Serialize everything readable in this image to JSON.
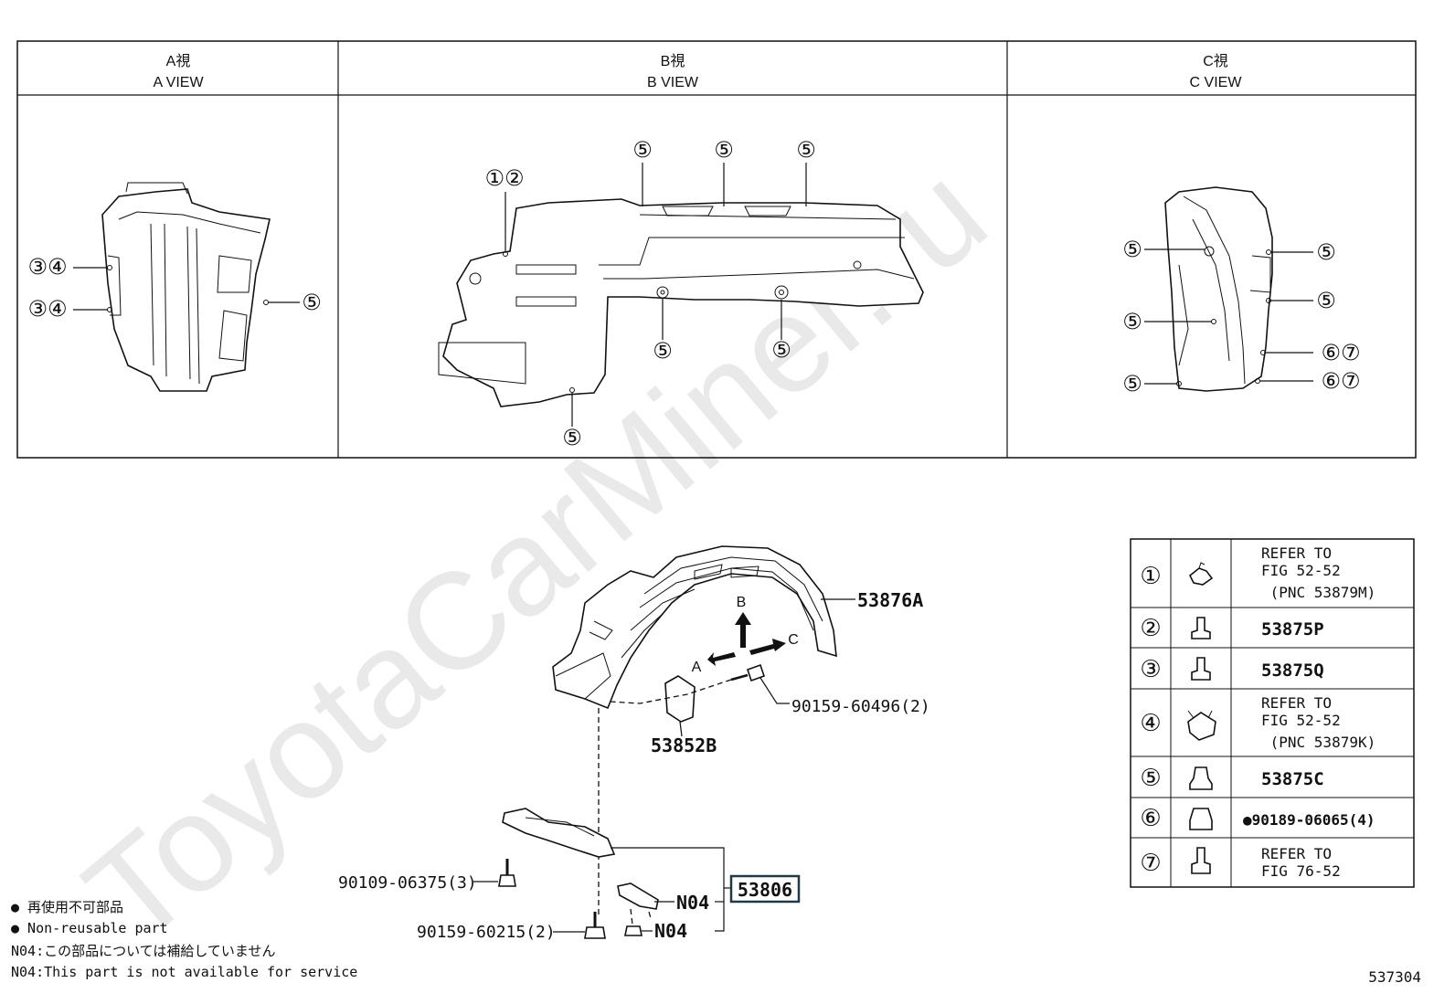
{
  "watermark": "ToyotaCarMiner.ru",
  "views": [
    {
      "jp": "A視",
      "en": "A VIEW"
    },
    {
      "jp": "B視",
      "en": "B VIEW"
    },
    {
      "jp": "C視",
      "en": "C VIEW"
    }
  ],
  "view_callouts": {
    "a": [
      "③④",
      "③④",
      "⑤"
    ],
    "b": [
      "①②",
      "⑤",
      "⑤",
      "⑤",
      "⑤",
      "⑤",
      "⑤"
    ],
    "c": [
      "⑤",
      "⑤",
      "⑤",
      "⑤",
      "⑤",
      "⑥⑦",
      "⑥⑦"
    ]
  },
  "parts": {
    "liner": "53876A",
    "bracket": "53852B",
    "bolt_upper": "90159-60496(2)",
    "bolt_left": "90109-06375(3)",
    "bolt_lower": "90159-60215(2)",
    "assembly": "53806",
    "n04_a": "N04",
    "n04_b": "N04",
    "arrow_a": "A",
    "arrow_b": "B",
    "arrow_c": "C"
  },
  "legend_table": [
    {
      "num": "①",
      "icon": "clip-nut-icon",
      "text": [
        "REFER TO",
        "FIG 52-52",
        " (PNC 53879M)"
      ]
    },
    {
      "num": "②",
      "icon": "push-clip-icon",
      "text": [
        "53875P"
      ]
    },
    {
      "num": "③",
      "icon": "push-clip-icon",
      "text": [
        "53875Q"
      ]
    },
    {
      "num": "④",
      "icon": "clip-nut-icon",
      "text": [
        "REFER TO",
        "FIG 52-52",
        " (PNC 53879K)"
      ]
    },
    {
      "num": "⑤",
      "icon": "push-rivet-icon",
      "text": [
        "53875C"
      ]
    },
    {
      "num": "⑥",
      "icon": "nut-icon",
      "text": [
        "●90189-06065(4)"
      ]
    },
    {
      "num": "⑦",
      "icon": "push-clip-icon",
      "text": [
        "REFER TO",
        "FIG 76-52"
      ]
    }
  ],
  "notes": [
    "● 再使用不可部品",
    "● Non-reusable part",
    "N04:この部品については補給していません",
    "N04:This part is not available for service"
  ],
  "figure_id": "537304"
}
